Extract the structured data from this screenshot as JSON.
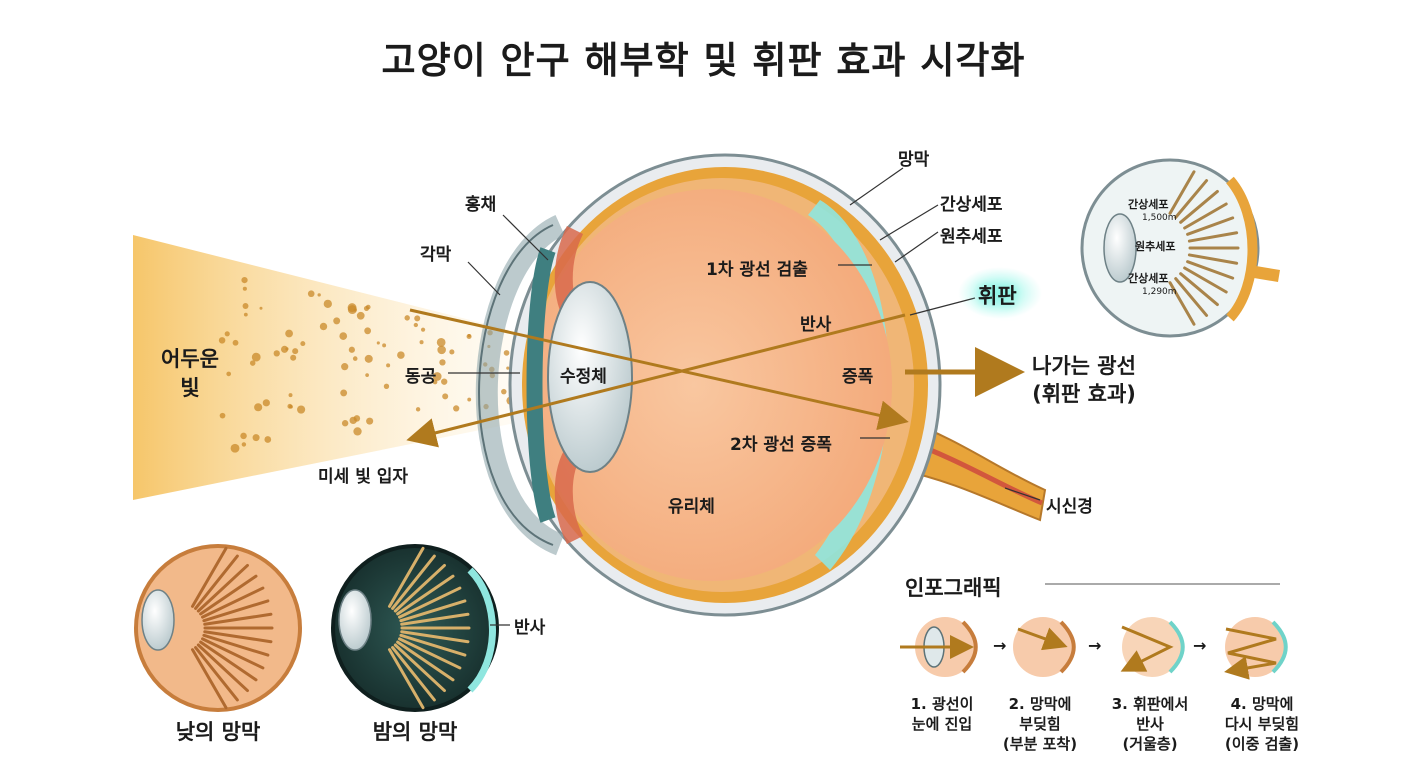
{
  "title": "고양이 안구 해부학 및 휘판 효과 시각화",
  "labels": {
    "dim_light_1": "어두운",
    "dim_light_2": "빛",
    "particles": "미세 빛 입자",
    "cornea": "각막",
    "iris": "홍채",
    "pupil": "동공",
    "lens": "수정체",
    "vitreous": "유리체",
    "retina": "망막",
    "rods": "간상세포",
    "cones": "원추세포",
    "tapetum": "휘판",
    "first_detect": "1차 광선 검출",
    "reflect": "반사",
    "amplify": "증폭",
    "second_amplify": "2차 광선 증폭",
    "outgoing_1": "나가는 광선",
    "outgoing_2": "(휘판 효과)",
    "optic_nerve": "시신경"
  },
  "inset": {
    "rods_top": "간상세포",
    "rods_top_count": "1,500m",
    "cones": "원추세포",
    "rods_bottom": "간상세포",
    "rods_bottom_count": "1,290m"
  },
  "comparison": {
    "day_label": "낮의 망막",
    "night_label": "밤의 망막",
    "reflect": "반사"
  },
  "infographic": {
    "title": "인포그래픽",
    "arrow_glyph": "→",
    "steps": [
      {
        "line1": "1. 광선이",
        "line2": "눈에 진입",
        "line3": ""
      },
      {
        "line1": "2. 망막에",
        "line2": "부딪힘",
        "line3": "(부분 포착)"
      },
      {
        "line1": "3. 휘판에서",
        "line2": "반사",
        "line3": "(거울층)"
      },
      {
        "line1": "4. 망막에",
        "line2": "다시 부딪힘",
        "line3": "(이중 검출)"
      }
    ]
  },
  "colors": {
    "light_beam": "#f6c66a",
    "ray": "#b07a1e",
    "sclera": "#e9ecef",
    "choroid": "#e8a43a",
    "retina": "#f0b676",
    "vitreous": "#f7b98c",
    "tapetum": "#8fe6df",
    "iris": "#3f7f80",
    "night_bg": "#1e3b39"
  }
}
